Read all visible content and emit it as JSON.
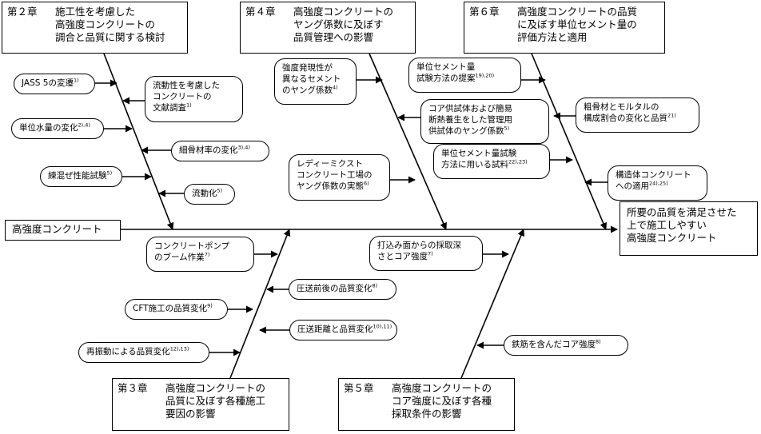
{
  "chapters": {
    "ch2": {
      "num": "第２章",
      "lines": [
        "施工性を考慮した",
        "高強度コンクリートの",
        "調合と品質に関する検討"
      ]
    },
    "ch4": {
      "num": "第４章",
      "lines": [
        "高強度コンクリートの",
        "ヤング係数に及ぼす",
        "品質管理への影響"
      ]
    },
    "ch6": {
      "num": "第６章",
      "lines": [
        "高強度コンクリートの品質",
        "に及ぼす単位セメント量の",
        "評価方法と適用"
      ]
    },
    "ch3": {
      "num": "第３章",
      "lines": [
        "高強度コンクリートの",
        "品質に及ぼす各種施工",
        "要因の影響"
      ]
    },
    "ch5": {
      "num": "第５章",
      "lines": [
        "高強度コンクリートの",
        "コア強度に及ぼす各種",
        "採取条件の影響"
      ]
    }
  },
  "spine": {
    "start_label": "高強度コンクリート",
    "goal_lines": [
      "所要の品質を満足させた",
      "上で施工しやすい",
      "高強度コンクリート"
    ]
  },
  "factors": {
    "jass": {
      "lines": [
        "JASS 5の変遷"
      ],
      "ref": "1)"
    },
    "ryudosei": {
      "lines": [
        "流動性を考慮した",
        "コンクリートの",
        "文献調査"
      ],
      "ref": "1)"
    },
    "tanisui": {
      "lines": [
        "単位水量の変化"
      ],
      "ref": "2),4)"
    },
    "saikotsu": {
      "lines": [
        "細骨材率の変化"
      ],
      "ref": "3),4)"
    },
    "nerimaze": {
      "lines": [
        "練混ぜ性能試験"
      ],
      "ref": "5)"
    },
    "ryudoka": {
      "lines": [
        "流動化"
      ],
      "ref": "5)"
    },
    "kyodo_hatsugen": {
      "lines": [
        "強度発現性が",
        "異なるセメント",
        "のヤング係数"
      ],
      "ref": "4)"
    },
    "core_kyoshi": {
      "lines": [
        "コア供試体および簡易",
        "断熱養生をした管理用",
        "供試体のヤング係数"
      ],
      "ref": "5)"
    },
    "ready_mixed": {
      "lines": [
        "レディーミクスト",
        "コンクリート工場の",
        "ヤング係数の実態"
      ],
      "ref": "6)"
    },
    "tani_cement_shiken": {
      "lines": [
        "単位セメント量",
        "試験方法の提案"
      ],
      "ref": "19),20)"
    },
    "tani_cement_shiryo": {
      "lines": [
        "単位セメント量試験",
        "方法に用いる試料"
      ],
      "ref": "22),23)"
    },
    "sokotsuzai": {
      "lines": [
        "粗骨材とモルタルの",
        "構成割合の変化と品質"
      ],
      "ref": "21)"
    },
    "kozotai": {
      "lines": [
        "構造体コンクリート",
        "への適用"
      ],
      "ref": "24),25)"
    },
    "pump_boom": {
      "lines": [
        "コンクリートポンプ",
        "のブーム作業"
      ],
      "ref": "7)"
    },
    "asso_zengo": {
      "lines": [
        "圧送前後の品質変化"
      ],
      "ref": "8)"
    },
    "cft": {
      "lines": [
        "CFT施工の品質変化"
      ],
      "ref": "9)"
    },
    "asso_kyori": {
      "lines": [
        "圧送距離と品質変化"
      ],
      "ref": "10),11)"
    },
    "saishindo": {
      "lines": [
        "再振動による品質変化"
      ],
      "ref": "12),13)"
    },
    "uchikomi": {
      "lines": [
        "打込み面からの採取深",
        "さとコア強度"
      ],
      "ref": "7)"
    },
    "tekkin": {
      "lines": [
        "鉄筋を含んだコア強度"
      ],
      "ref": "8)"
    }
  }
}
